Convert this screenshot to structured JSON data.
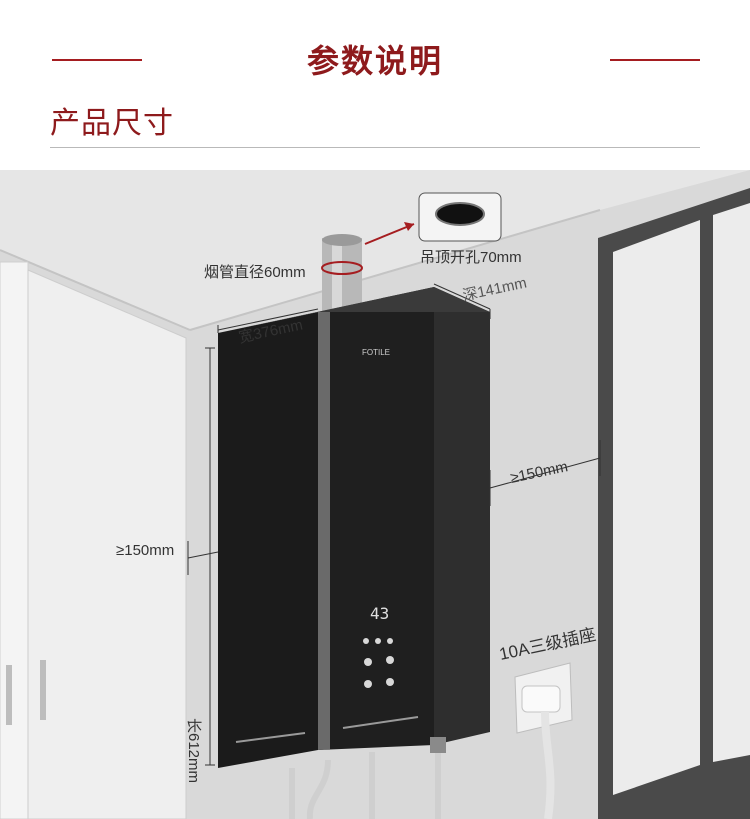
{
  "header": {
    "title": "参数说明",
    "section_title": "产品尺寸"
  },
  "diagram": {
    "flue_label": "烟管直径60mm",
    "ceiling_hole_label": "吊顶开孔70mm",
    "width_label": "宽376mm",
    "depth_label": "深141mm",
    "right_clearance_label": "≥150mm",
    "left_clearance_label": "≥150mm",
    "height_label": "长612mm",
    "socket_label": "10A三级插座",
    "brand_text": "FOTILE",
    "display_text": "43"
  },
  "colors": {
    "accent": "#8e1a1c",
    "wall": "#dcdcdc",
    "heater": "#1a1a1a"
  }
}
